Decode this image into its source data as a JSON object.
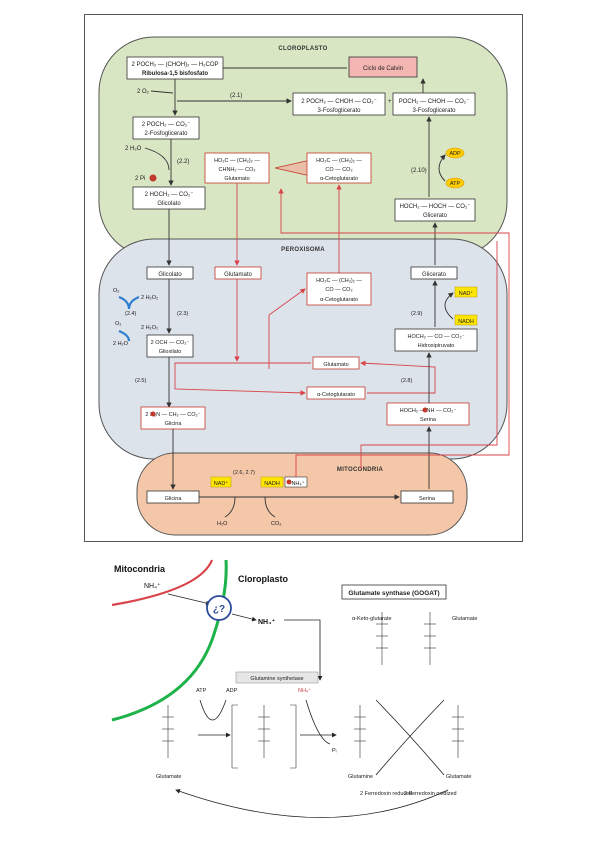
{
  "top_diagram": {
    "compartments": {
      "chloroplast": "CLOROPLASTO",
      "peroxisome": "PEROXISOMA",
      "mitochondrion": "MITOCONDRIA"
    },
    "chloroplast": {
      "rubp_formula": "2 POCH₂ — (CHOH)₂ — H₂COP",
      "rubp_name": "Ribulosa-1,5 bisfosfato",
      "calvin": "Ciclo de Calvin",
      "o2": "2 O₂",
      "step_21": "(2.1)",
      "pg_formula": "2 POCH₂ — CHOH — CO₂⁻",
      "pg_name": "3-Fosfoglicerato",
      "pg2_formula": "POCH₂ — CHOH — CO₂⁻",
      "pg2_name": "3-Fosfoglicerato",
      "plus": "+",
      "pglyc_formula": "2 POCH₂ — CO₂⁻",
      "pglyc_name": "2-Fosfoglicerato",
      "h2o": "2 H₂O",
      "step_22": "(2.2)",
      "pi": "2 Pi",
      "glyc_formula": "2 HOCH₂ — CO₂⁻",
      "glyc_name": "Glicolato",
      "glu_formula_1": "HO₂C — (CH₂)₂ —",
      "glu_formula_2": "CHNH₂ — CO₂",
      "glu_name": "Glutamato",
      "akg_formula_1": "HO₂C — (CH₂)₂ —",
      "akg_formula_2": "CO — CO₂",
      "akg_name": "α-Cetoglutarato",
      "step_210": "(2.10)",
      "adp": "ADP",
      "atp": "ATP",
      "glycerate_formula": "HOCH₂ — HOCH — CO₂⁻",
      "glycerate_name": "Glicerato"
    },
    "peroxisome": {
      "glicolato": "Glicolato",
      "glutamato": "Glutamato",
      "glicerato": "Glicerato",
      "o2a": "O₂",
      "h2o2a": "2 H₂O₂",
      "step_24": "(2.4)",
      "o2b": "O₂",
      "h2o2b": "2 H₂O₂",
      "step_23": "(2.3)",
      "h2o": "2 H₂O",
      "glyox_formula": "2 OCH — CO₂⁻",
      "glyox_name": "Glioxilato",
      "akg_formula_1": "HO₂C — (CH₂)₂ —",
      "akg_formula_2": "CO — CO₂",
      "akg_name": "α-Cetoglutarato",
      "nad": "NAD⁺",
      "step_29": "(2.9)",
      "nadh": "NADH",
      "hp_formula": "HOCH₂ — CO — CO₂⁻",
      "hp_name": "Hidroxipiruvato",
      "glut_mid": "Glutamato",
      "step_25": "(2.5)",
      "step_28": "(2.8)",
      "akg_mid": "α-Cetoglutarato",
      "gly_formula": "2 H₂N — CH₂ — CO₂⁻",
      "gly_name": "Glicina",
      "ser_formula": "HOCH₂ — NH — CO₂⁻",
      "ser_name": "Serina"
    },
    "mitochondrion": {
      "step_267": "(2.6, 2.7)",
      "nad": "NAD⁺",
      "nadh": "NADH",
      "nh4": "NH₄⁺",
      "glicina": "Glicina",
      "serina": "Serina",
      "h2o": "H₂O",
      "co2": "CO₂"
    }
  },
  "bottom_diagram": {
    "mitocondria": "Mitocondria",
    "cloroplasto": "Cloroplasto",
    "nh4_left": "NH₄⁺",
    "question": "¿?",
    "nh4_right": "NH₄⁺",
    "gogat_title": "Glutamate synthase (GOGAT)",
    "akg_label": "α-Keto-glutarate",
    "glutamate_top": "Glutamate",
    "gs_label": "Glutamine synthetase",
    "nh4_small": "NH₄⁺",
    "atp": "ATP",
    "adp": "ADP",
    "pi": "Pᵢ",
    "glutamate_left": "Glutamate",
    "glutamine": "Glutamine",
    "glutamate_right": "Glutamate",
    "fd_reduced": "2 Ferredoxin reduced",
    "fd_oxidized": "2 Ferredoxin oxidized"
  },
  "colors": {
    "chloroplast_fill": "#d9e6c4",
    "peroxisome_fill": "#dde3ea",
    "mitochondrion_fill": "#f3c7a8",
    "calvin_fill": "#f4b6b2",
    "nad_fill": "#ffe600",
    "arrow_red": "#d9434a",
    "membrane_green": "#1db24a",
    "membrane_red": "#d9434a",
    "question_blue": "#2c4a9a"
  }
}
